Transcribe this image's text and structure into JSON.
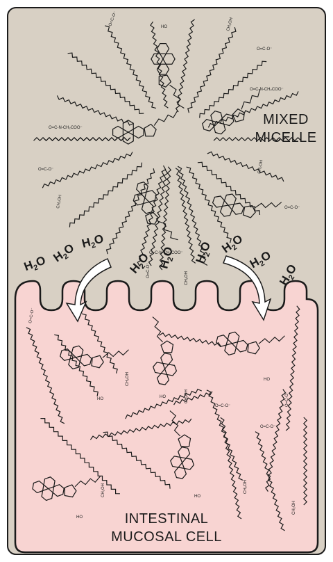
{
  "micelle": {
    "label_line1": "MIXED",
    "label_line2": "MICELLE",
    "background": "#d8d0c4"
  },
  "cell": {
    "label_line1": "INTESTINAL",
    "label_line2": "MUCOSAL CELL",
    "background": "#f8d4d2"
  },
  "water": {
    "formula": "H",
    "subscript": "2",
    "suffix": "O"
  },
  "chemical_labels": {
    "carboxylate": "O=C-O⁻",
    "glyceryl": "CH₂OH",
    "glycero_chain": "OH·CH·CH₂OH",
    "taurine": "O=C-N-CH₂COO⁻",
    "hydroxyl": "HO"
  },
  "colors": {
    "outline": "#1a1a1a",
    "arrow_fill": "#ffffff"
  }
}
